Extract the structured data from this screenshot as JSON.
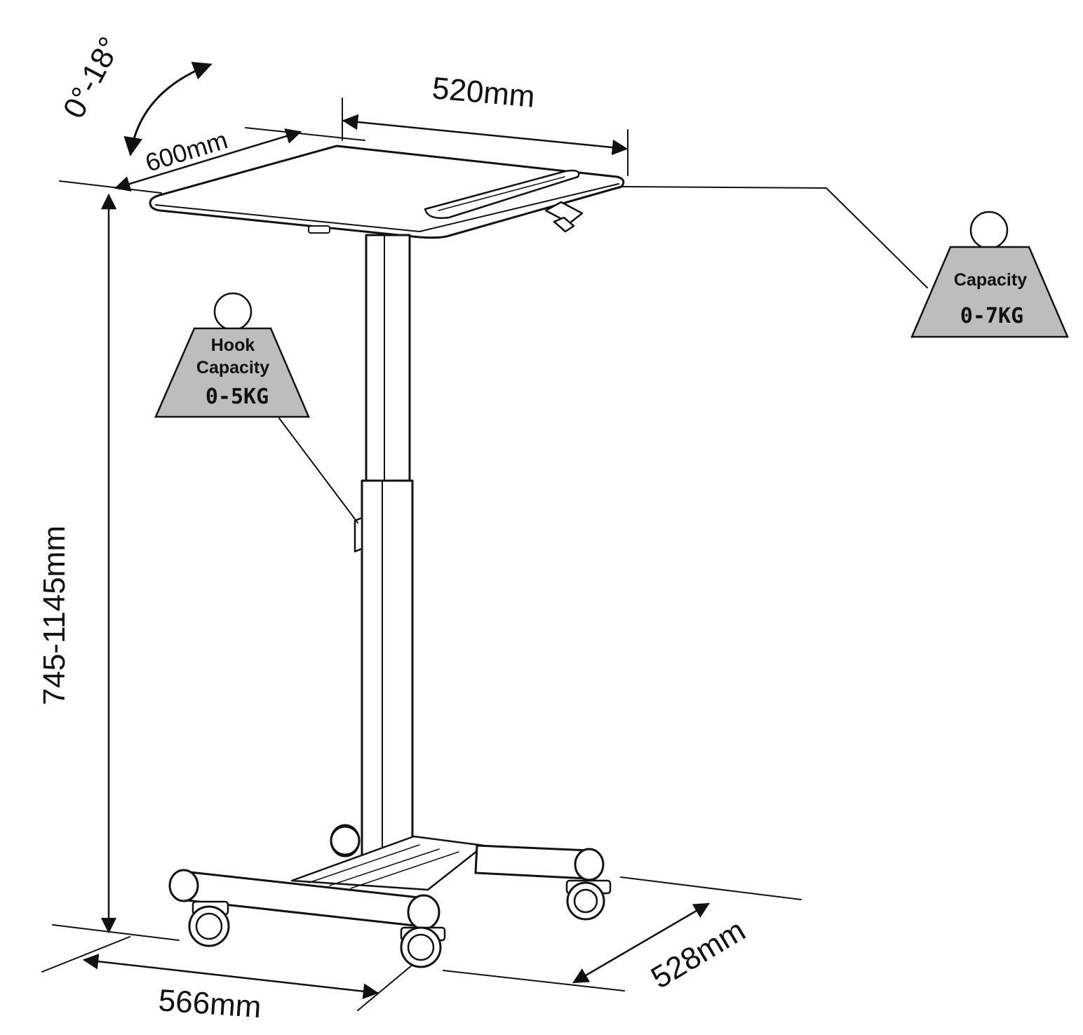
{
  "dimensions": {
    "tilt": "0°-18°",
    "depth_top": "520mm",
    "width_top": "600mm",
    "height": "745-1145mm",
    "base_width": "566mm",
    "base_depth": "528mm"
  },
  "weights": {
    "desk": {
      "label": "Capacity",
      "value": "0-7KG"
    },
    "hook": {
      "line1": "Hook",
      "line2": "Capacity",
      "value": "0-5KG"
    }
  },
  "colors": {
    "line": "#111111",
    "weight_fill": "#bdbdbd",
    "background": "#ffffff"
  }
}
